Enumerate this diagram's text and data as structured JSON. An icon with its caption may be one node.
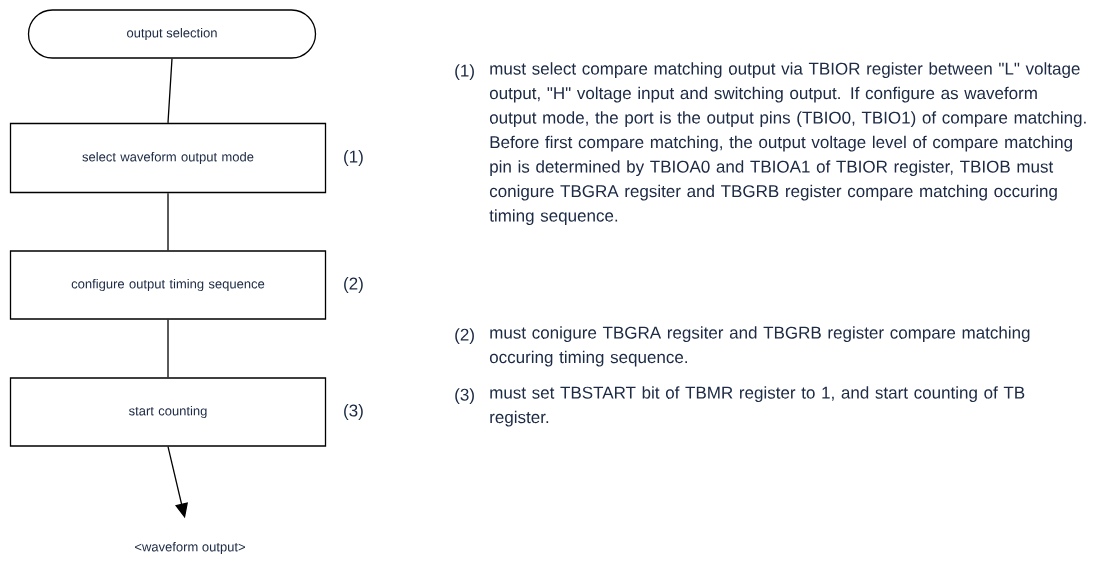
{
  "diagram": {
    "nodes": [
      {
        "text": [
          "output selection"
        ]
      },
      {
        "text": [
          "select waveform output mode"
        ],
        "beside": [
          "(1)"
        ]
      },
      {
        "text": [
          "configure output timing sequence"
        ],
        "beside": [
          "(2)"
        ]
      },
      {
        "text": [
          "start counting"
        ],
        "beside": [
          "(3)"
        ]
      },
      {
        "text": [
          "<waveform output>"
        ]
      }
    ],
    "edges": [
      {
        "from": 0,
        "to": 1,
        "arrow": "none"
      },
      {
        "from": 1,
        "to": 2,
        "arrow": "none"
      },
      {
        "from": 2,
        "to": 3,
        "arrow": "none"
      },
      {
        "from": 3,
        "to": 4,
        "arrow": "to"
      }
    ],
    "labels": [
      "(1)",
      "must select compare matching output via TBIOR register between \"L\" voltage output, \"H\" voltage input and switching output. If configure as waveform output mode, the port is the output pins (TBIO0, TBIO1) of compare matching. Before first compare matching, the output voltage level of compare matching pin is determined by TBIOA0 and TBIOA1 of TBIOR register, TBIOB must conigure TBGRA regsiter and TBGRB register compare matching occuring timing sequence.",
      "(2)",
      "must conigure TBGRA regsiter and TBGRB register compare matching occuring timing sequence.",
      "(3)",
      "must set TBSTART bit of TBMR register to 1, and start counting of TB register."
    ]
  }
}
